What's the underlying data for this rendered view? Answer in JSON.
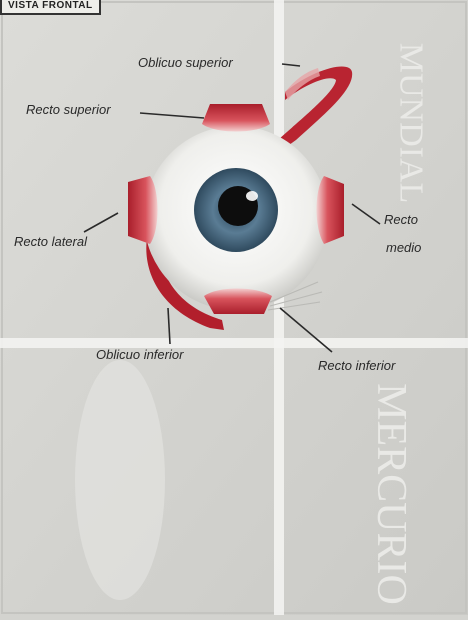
{
  "header": {
    "title": "VISTA FRONTAL"
  },
  "labels": {
    "oblicuo_superior": "Oblicuo superior",
    "recto_superior": "Recto superior",
    "recto_lateral": "Recto lateral",
    "recto_medio_line1": "Recto",
    "recto_medio_line2": "medio",
    "oblicuo_inferior": "Oblicuo inferior",
    "recto_inferior": "Recto inferior"
  },
  "watermark": {
    "top": "MUNDIAL",
    "bottom": "MERCURIO"
  },
  "colors": {
    "muscle": "#c8323a",
    "muscle_light": "#f2c4c4",
    "sclera": "#f1f1ef",
    "iris": "#4d6f88",
    "pupil": "#0d0d0d",
    "background": "#d3d3cf",
    "fold_line": "#f6f6f4"
  }
}
